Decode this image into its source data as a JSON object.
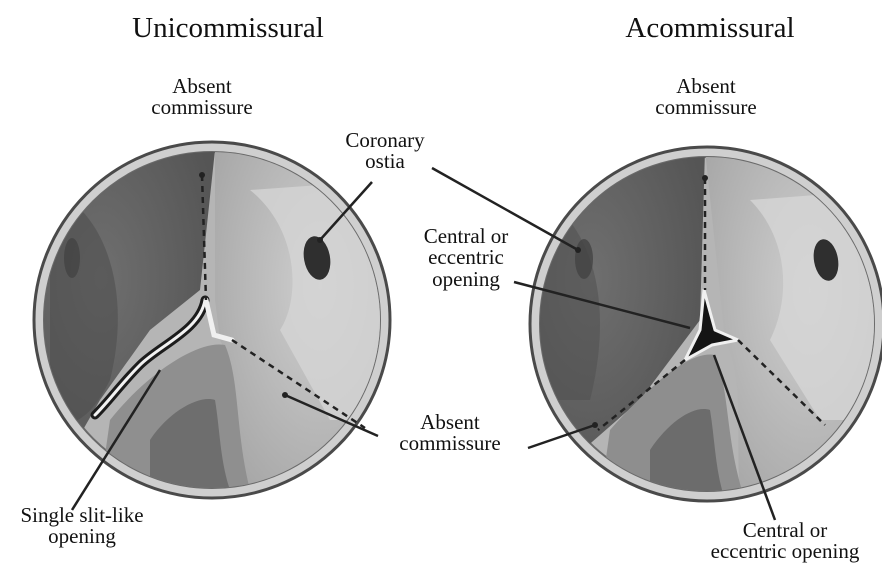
{
  "colors": {
    "rim": "#9a9a9a",
    "rim_outer": "#5a5a5a",
    "leaflet_dark": "#616161",
    "leaflet_mid": "#8b8b8b",
    "leaflet_light": "#bdbdbd",
    "ostium": "#2e2e2e",
    "line": "#222222"
  },
  "unicommissural": {
    "title": "Unicommissural",
    "absent_commissure_top": [
      "Absent",
      "commissure"
    ],
    "opening_label": [
      "Single slit-like",
      "opening"
    ]
  },
  "acommissural": {
    "title": "Acommissural",
    "absent_commissure_top": [
      "Absent",
      "commissure"
    ],
    "central_opening_label": [
      "Central or",
      "eccentric",
      "opening"
    ],
    "central_opening_bottom": [
      "Central or",
      "eccentric opening"
    ]
  },
  "shared": {
    "coronary_ostia": [
      "Coronary",
      "ostia"
    ],
    "absent_commissure_middle": [
      "Absent",
      "commissure"
    ]
  }
}
